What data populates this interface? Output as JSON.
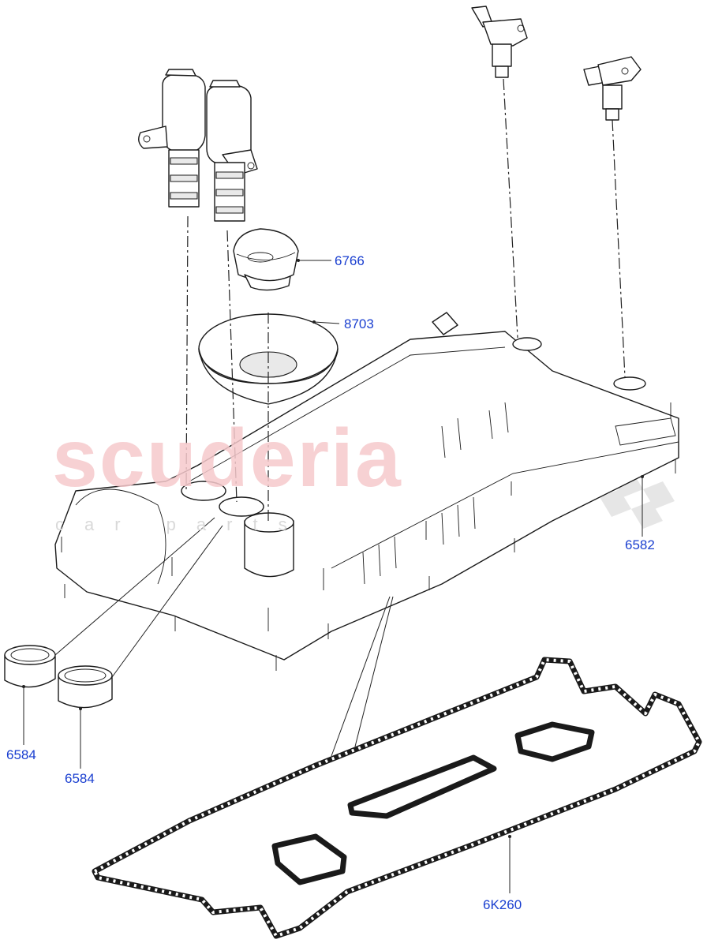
{
  "watermark": {
    "brand": "scuderia",
    "sub": "car parts"
  },
  "callouts": {
    "oil_filler_cap": "6766",
    "filler_funnel": "8703",
    "cam_cover": "6582",
    "seal_left": "6584",
    "seal_right": "6584",
    "cover_gasket": "6K260"
  },
  "icons": {
    "solenoid_valves": "vvt-solenoid-icon",
    "cam_sensors": "camshaft-sensor-icon"
  },
  "colors": {
    "callout_text": "#1a3fd0",
    "watermark": "#f6c9cc",
    "line_art": "#1a1a1a"
  }
}
